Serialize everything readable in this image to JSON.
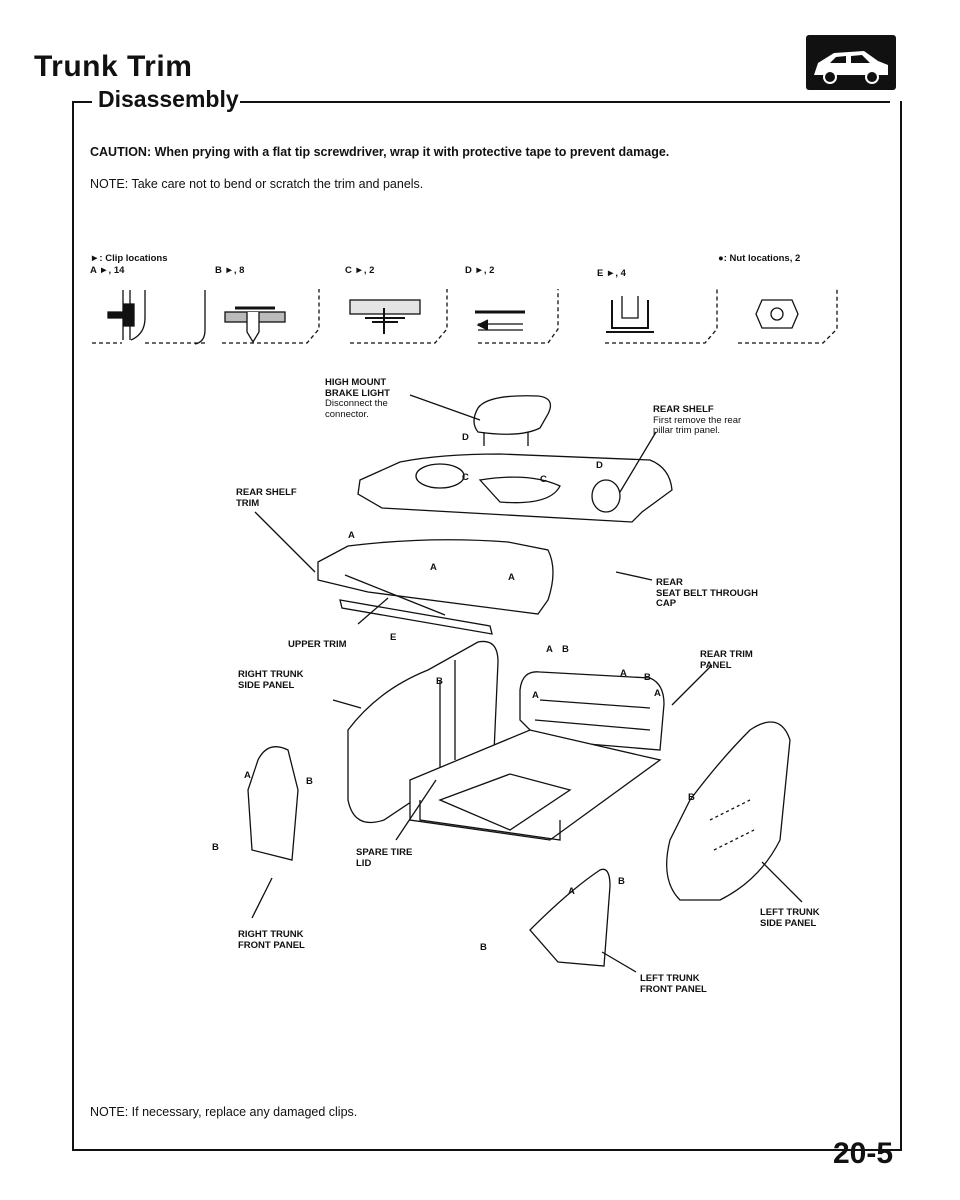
{
  "header": {
    "title": "Trunk Trim",
    "section": "Disassembly"
  },
  "caution": "CAUTION: When prying with a flat tip screwdriver, wrap it with protective tape to prevent damage.",
  "note_top": "NOTE: Take care not to bend or scratch the trim and panels.",
  "legend": {
    "clip_locations": "►: Clip locations",
    "nut_locations": "●: Nut locations, 2"
  },
  "clips": [
    {
      "label": "A ►, 14"
    },
    {
      "label": "B ►, 8"
    },
    {
      "label": "C ►, 2"
    },
    {
      "label": "D ►, 2"
    },
    {
      "label": "E ►, 4"
    }
  ],
  "callouts": {
    "brake_light": {
      "title": "HIGH MOUNT\nBRAKE LIGHT",
      "sub": "Disconnect the\nconnector."
    },
    "rear_shelf": {
      "title": "REAR SHELF",
      "sub": "First remove the rear\npillar trim panel."
    },
    "rear_shelf_trim": {
      "title": "REAR SHELF\nTRIM"
    },
    "seat_belt_cap": {
      "title": "REAR\nSEAT BELT THROUGH\nCAP"
    },
    "upper_trim": {
      "title": "UPPER TRIM"
    },
    "right_side_panel": {
      "title": "RIGHT TRUNK\nSIDE PANEL"
    },
    "rear_trim_panel": {
      "title": "REAR TRIM\nPANEL"
    },
    "spare_tire_lid": {
      "title": "SPARE TIRE\nLID"
    },
    "left_side_panel": {
      "title": "LEFT TRUNK\nSIDE PANEL"
    },
    "right_front_panel": {
      "title": "RIGHT TRUNK\nFRONT PANEL"
    },
    "left_front_panel": {
      "title": "LEFT TRUNK\nFRONT PANEL"
    }
  },
  "letters": {
    "a": "A",
    "b": "B",
    "c": "C",
    "d": "D",
    "e": "E"
  },
  "note_bottom": "NOTE: If necessary, replace any damaged clips.",
  "page_number": "20-5"
}
